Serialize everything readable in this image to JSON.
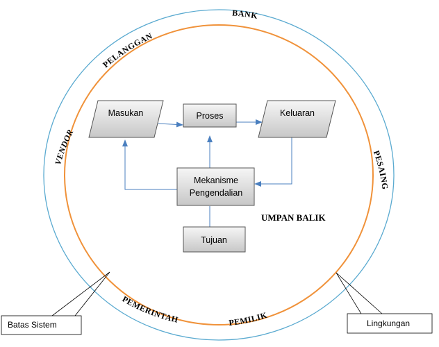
{
  "boxes": {
    "input": "Masukan",
    "process": "Proses",
    "output": "Keluaran",
    "control_line1": "Mekanisme",
    "control_line2": "Pengendalian",
    "goal": "Tujuan"
  },
  "feedback_label": "UMPAN BALIK",
  "environment": {
    "customer": "PELANGGAN",
    "bank": "BANK",
    "vendor": "VENDOR",
    "competitor": "PESAING",
    "government": "PEMERINTAH",
    "owner": "PEMILIK"
  },
  "callouts": {
    "system_boundary": "Batas Sistem",
    "environment": "Lingkungan"
  },
  "colors": {
    "outer_circle": "#5aaad0",
    "inner_circle": "#f0923a",
    "arrow": "#4a7fbf",
    "box_top": "#f5f5f5",
    "box_bottom": "#c9c9c9"
  }
}
